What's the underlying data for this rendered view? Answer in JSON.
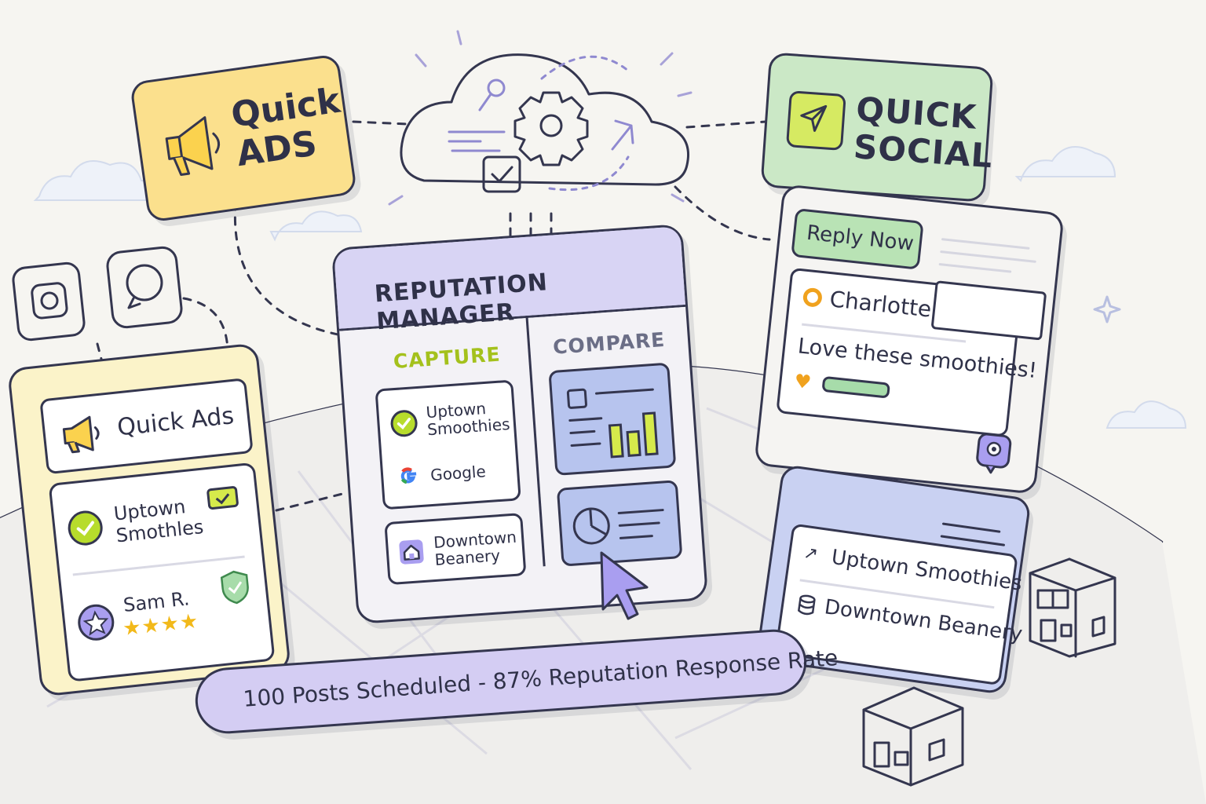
{
  "quick_ads_sign": {
    "line1": "Quick",
    "line2": "ADS"
  },
  "quick_social_sign": {
    "line1": "QUICK",
    "line2": "SOCIAL"
  },
  "reputation_manager": {
    "title": "REPUTATION MANAGER",
    "capture": {
      "title": "CAPTURE",
      "items": [
        {
          "label_line1": "Uptown",
          "label_line2": "Smoothies",
          "icon": "check-circle-icon"
        },
        {
          "label_line1": "Google",
          "label_line2": "",
          "icon": "google-g-icon"
        }
      ],
      "location": {
        "label_line1": "Downtown",
        "label_line2": "Beanery",
        "icon": "home-icon"
      }
    },
    "compare": {
      "title": "COMPARE"
    }
  },
  "quick_ads_card": {
    "tab_label": "Quick Ads",
    "item1": {
      "line1": "Uptown",
      "line2": "Smothles"
    },
    "item2": {
      "name": "Sam R.",
      "stars": "★★★★"
    }
  },
  "reply_card": {
    "button_label": "Reply Now",
    "author": "Charlotte",
    "message": "Love these smoothies!"
  },
  "locations_card": {
    "items": [
      "Uptown Smoothies",
      "Downtown Beanery"
    ]
  },
  "banner": {
    "text": "100 Posts Scheduled - 87% Reputation Response Rate"
  },
  "colors": {
    "yellow": "#fbe08d",
    "green": "#cbe8c6",
    "lavender": "#d8d4f4",
    "lime": "#c6e03a",
    "blue": "#b7c4ee",
    "ink": "#34364f"
  }
}
